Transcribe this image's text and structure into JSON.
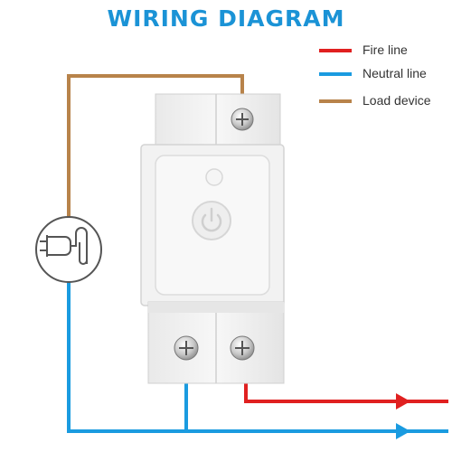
{
  "title": "WIRING DIAGRAM",
  "legend": [
    {
      "label": "Fire line",
      "color": "#e02020"
    },
    {
      "label": "Neutral line",
      "color": "#1a9be0"
    },
    {
      "label": "Load device",
      "color": "#b8834a"
    }
  ],
  "colors": {
    "fire": "#e02020",
    "neutral": "#1a9be0",
    "load": "#b8834a",
    "title": "#1b93d6"
  },
  "icons": {
    "plug": "plug-icon",
    "power": "power-icon",
    "screw": "screw-terminal-icon"
  }
}
